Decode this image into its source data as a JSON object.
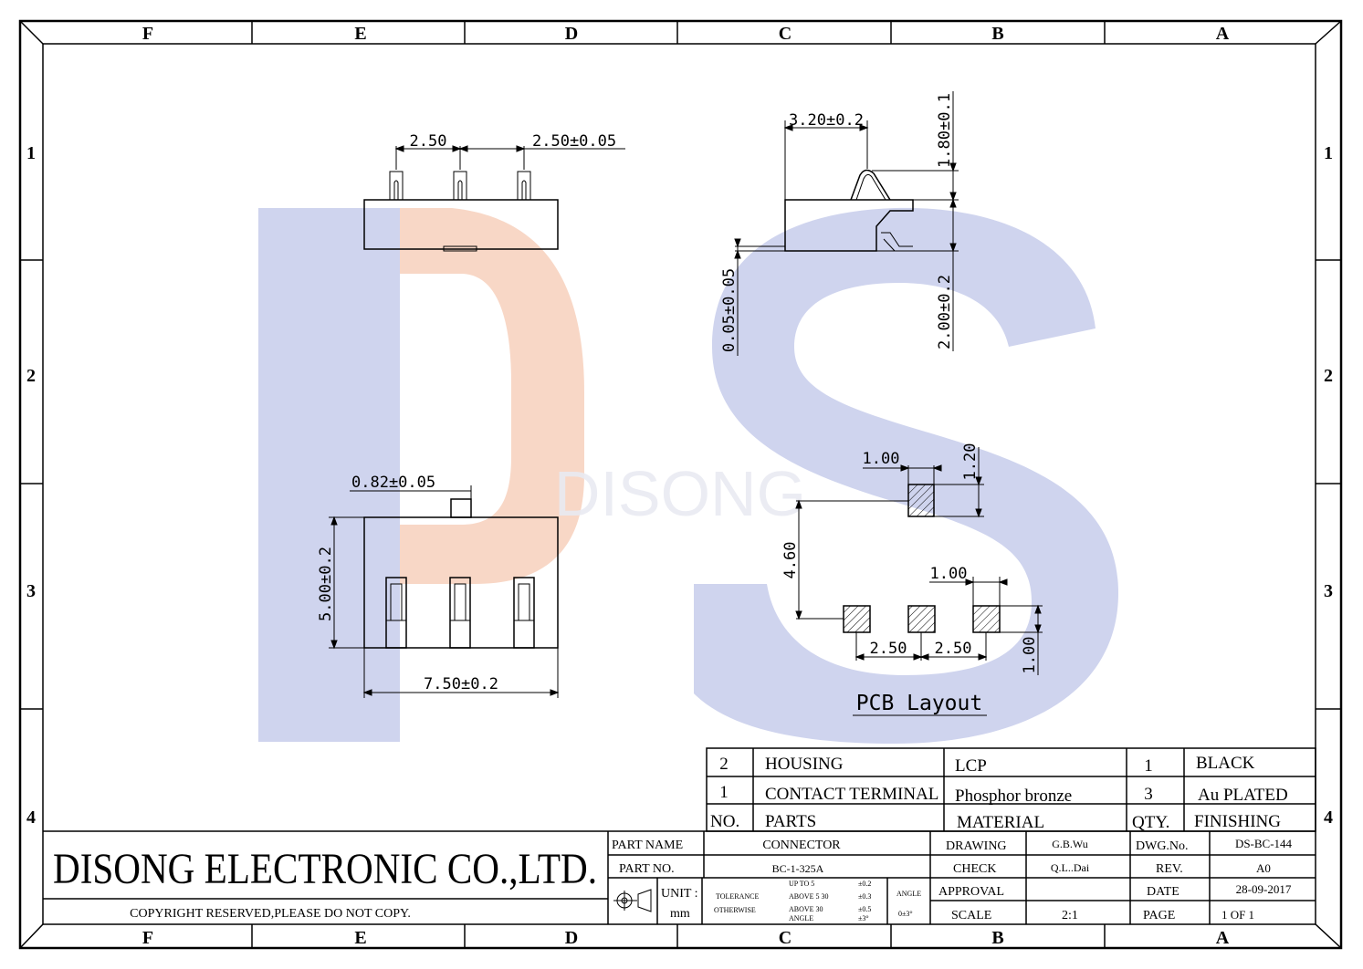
{
  "watermark": {
    "letters": "DS",
    "text": "DISONG",
    "colors": {
      "blue": "#cfd4ee",
      "orange": "#f8d7c6"
    }
  },
  "frame": {
    "columns_top": [
      "F",
      "E",
      "D",
      "C",
      "B",
      "A"
    ],
    "columns_bottom": [
      "F",
      "E",
      "D",
      "C",
      "B",
      "A"
    ],
    "rows_left": [
      "1",
      "2",
      "3",
      "4"
    ],
    "rows_right": [
      "1",
      "2",
      "3",
      "4"
    ]
  },
  "top_view": {
    "dim_pitch": "2.50",
    "dim_pitch_tol": "2.50±0.05"
  },
  "side_view": {
    "dim_width": "3.20±0.2",
    "dim_height": "1.80±0.1",
    "dim_thickness": "0.05±0.05",
    "dim_body": "2.00±0.2"
  },
  "front_view": {
    "dim_pin": "0.82±0.05",
    "dim_height": "5.00±0.2",
    "dim_width": "7.50±0.2"
  },
  "pcb_layout": {
    "title": "PCB Layout",
    "dim_pad_w": "1.00",
    "dim_pad_h": "1.20",
    "dim_span": "4.60",
    "dim_pad_w2": "1.00",
    "dim_pitch_1": "2.50",
    "dim_pitch_2": "2.50",
    "dim_pad_h2": "1.00"
  },
  "bom": {
    "rows": [
      {
        "no": "2",
        "part": "HOUSING",
        "material": "LCP",
        "qty": "1",
        "finishing": "BLACK"
      },
      {
        "no": "1",
        "part": "CONTACT TERMINAL",
        "material": "Phosphor bronze",
        "qty": "3",
        "finishing": "Au PLATED"
      }
    ],
    "header": {
      "no": "NO.",
      "part": "PARTS",
      "material": "MATERIAL",
      "qty": "QTY.",
      "finishing": "FINISHING"
    }
  },
  "title_block": {
    "company": "DISONG ELECTRONIC CO.,LTD.",
    "copyright": "COPYRIGHT RESERVED,PLEASE DO NOT COPY.",
    "part_name_label": "PART NAME",
    "part_name": "CONNECTOR",
    "part_no_label": "PART NO.",
    "part_no": "BC-1-325A",
    "unit_label": "UNIT :",
    "unit": "mm",
    "tolerance_label": "TOLERANCE",
    "otherwise_label": "OTHERWISE",
    "tol_1_label": "UP TO 5",
    "tol_1": "±0.2",
    "tol_2_label": "ABOVE 5  30",
    "tol_2": "±0.3",
    "tol_3_label": "ABOVE 30",
    "tol_3": "±0.5",
    "tol_4_label": "ANGLE",
    "tol_4": "±3°",
    "angle_label": "ANGLE",
    "angle_value": "0±3°",
    "drawing_label": "DRAWING",
    "drawing": "G.B.Wu",
    "check_label": "CHECK",
    "check": "Q.L..Dai",
    "approval_label": "APPROVAL",
    "approval": "",
    "scale_label": "SCALE",
    "scale": "2:1",
    "dwg_no_label": "DWG.No.",
    "dwg_no": "DS-BC-144",
    "rev_label": "REV.",
    "rev": "A0",
    "date_label": "DATE",
    "date": "28-09-2017",
    "page_label": "PAGE",
    "page": "1 OF 1"
  }
}
